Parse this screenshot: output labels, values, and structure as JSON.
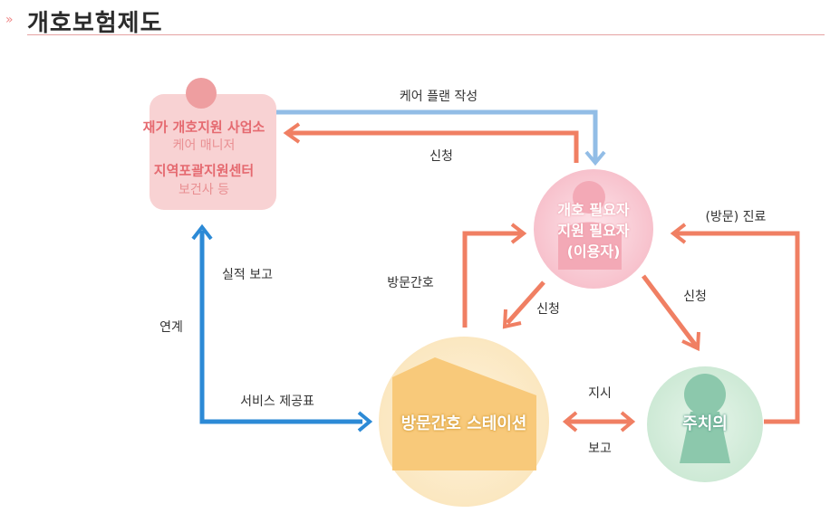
{
  "header": {
    "title": "개호보험제도"
  },
  "nodes": {
    "office": {
      "line1": "재가 개호지원 사업소",
      "line2": "케어 매니저",
      "line3": "지역포괄지원센터",
      "line4": "보건사 등"
    },
    "user": {
      "line1": "개호 필요자",
      "line2": "지원 필요자",
      "line3": "(이용자)"
    },
    "station": {
      "label": "방문간호 스테이션"
    },
    "doctor": {
      "label": "주치의"
    }
  },
  "edges": {
    "care_plan": "케어 플랜 작성",
    "apply_top": "신청",
    "visit_care": "(방문) 진료",
    "visiting_nursing": "방문간호",
    "apply_left": "신청",
    "apply_right": "신청",
    "performance_report": "실적 보고",
    "link": "연계",
    "service_table": "서비스 제공표",
    "instruction": "지시",
    "report": "보고"
  },
  "colors": {
    "orange_arrow": "#f07f63",
    "blue_light_arrow": "#92bde6",
    "blue_arrow": "#2c8ad6",
    "office_bg": "#f8cfd0",
    "user_bg": "#fbd3dc",
    "station_bg": "#fdefcf",
    "doctor_bg": "#d7eedf"
  }
}
